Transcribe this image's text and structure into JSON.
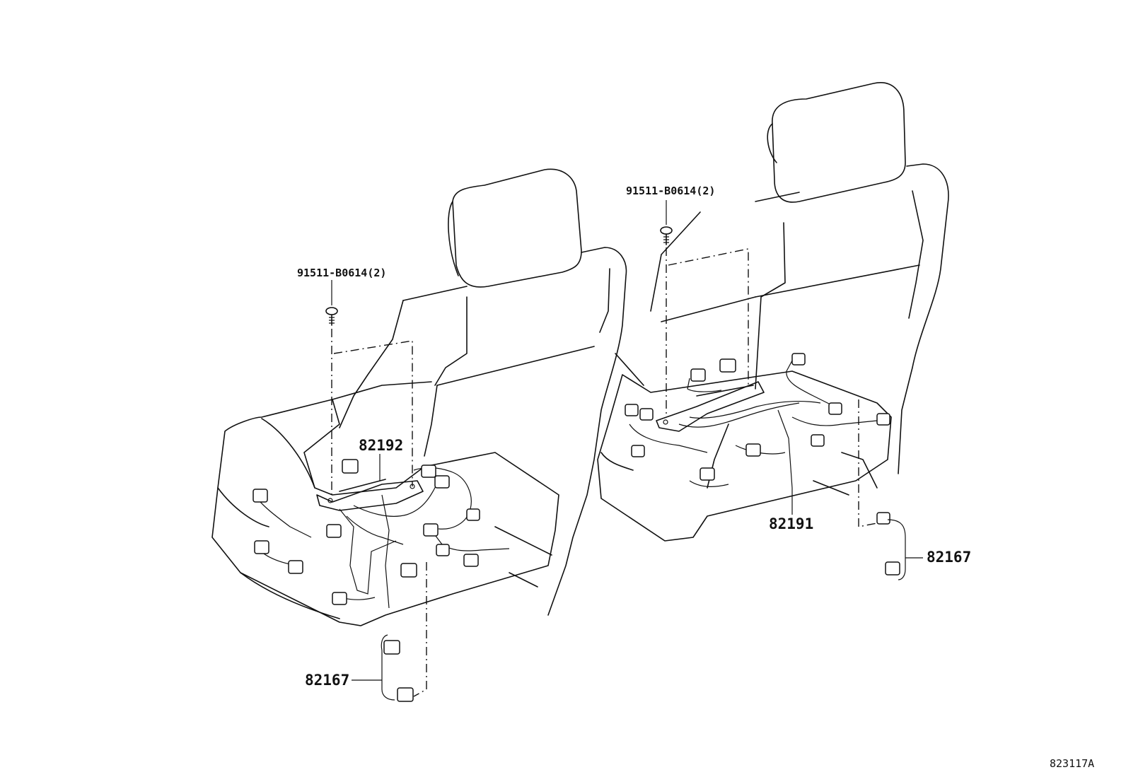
{
  "diagram": {
    "callouts": {
      "bolt_left": "91511-B0614(2)",
      "bolt_right": "91511-B0614(2)",
      "harness_left": "82192",
      "harness_right": "82191",
      "wire_bottom_left": "82167",
      "wire_right": "82167"
    },
    "reference_code": "823117A"
  }
}
